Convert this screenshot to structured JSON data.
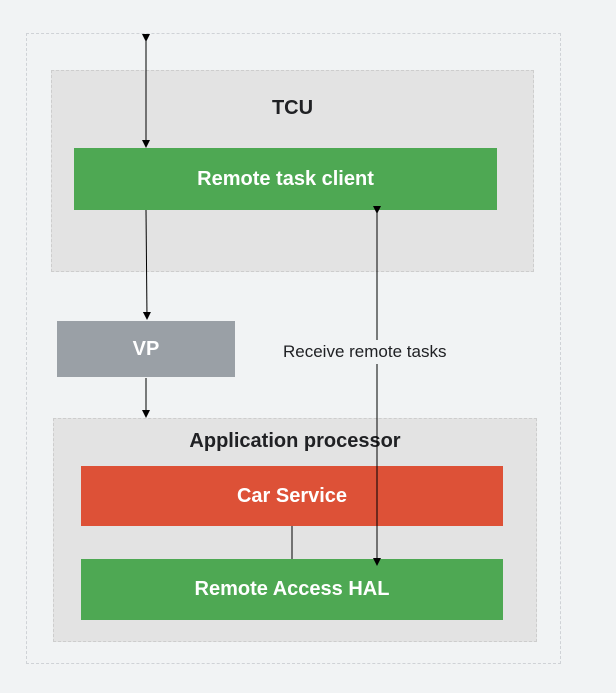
{
  "tcu": {
    "title": "TCU",
    "remote_task_client": "Remote task client"
  },
  "vp": {
    "label": "VP"
  },
  "app_processor": {
    "title": "Application processor",
    "car_service": "Car Service",
    "remote_access_hal": "Remote Access HAL"
  },
  "annotation": "Receive remote tasks",
  "colors": {
    "green": "#4ea853",
    "red": "#dd5137",
    "gray": "#9aa0a6",
    "group_bg": "#e3e3e3",
    "page_bg": "#f1f3f4"
  }
}
